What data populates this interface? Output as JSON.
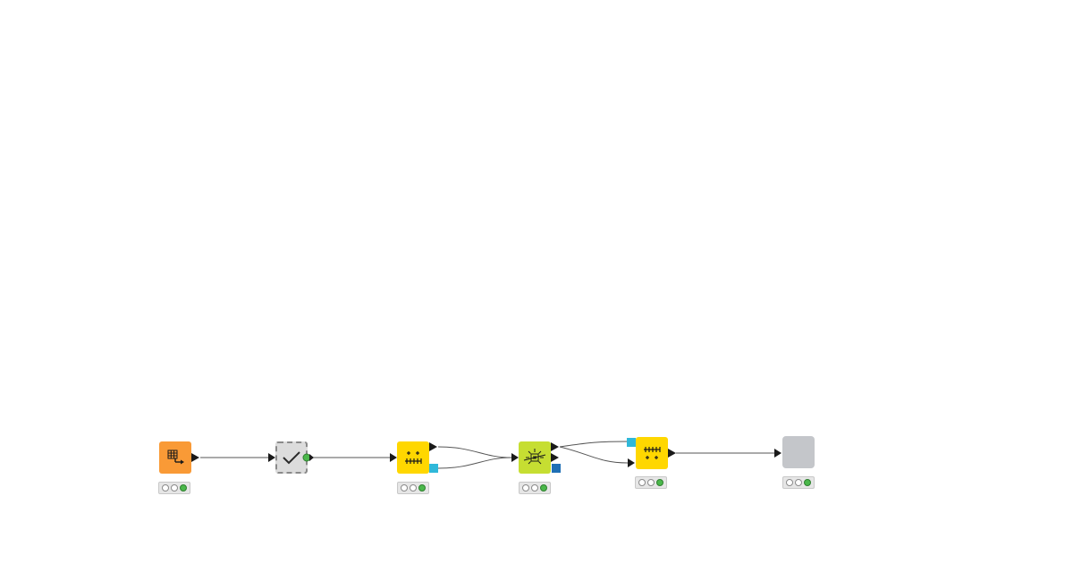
{
  "workflow": {
    "nodes": [
      {
        "id": "table-creator",
        "name": "table-creator-node",
        "icon": "table-output-icon",
        "color": "#f99a36",
        "status": [
          "off",
          "off",
          "green"
        ]
      },
      {
        "id": "component",
        "name": "component-node",
        "icon": "checkmark-icon",
        "color": "#dcdcdc",
        "status": null
      },
      {
        "id": "partitioning",
        "name": "partitioning-node",
        "icon": "partition-icon",
        "color": "#ffd700",
        "status": [
          "off",
          "off",
          "green"
        ]
      },
      {
        "id": "learner",
        "name": "learner-node",
        "icon": "learner-icon",
        "color": "#c6de32",
        "status": [
          "off",
          "off",
          "green"
        ]
      },
      {
        "id": "predictor",
        "name": "predictor-node",
        "icon": "partition-icon",
        "color": "#ffd700",
        "status": [
          "off",
          "off",
          "green"
        ]
      },
      {
        "id": "empty",
        "name": "empty-node",
        "icon": "blank-icon",
        "color": "#c4c6ca",
        "status": [
          "off",
          "off",
          "green"
        ]
      }
    ],
    "port_colors": {
      "data": "#1a1a1a",
      "flow_variable": "#2fb8d9",
      "model": "#1f6fb5"
    }
  }
}
